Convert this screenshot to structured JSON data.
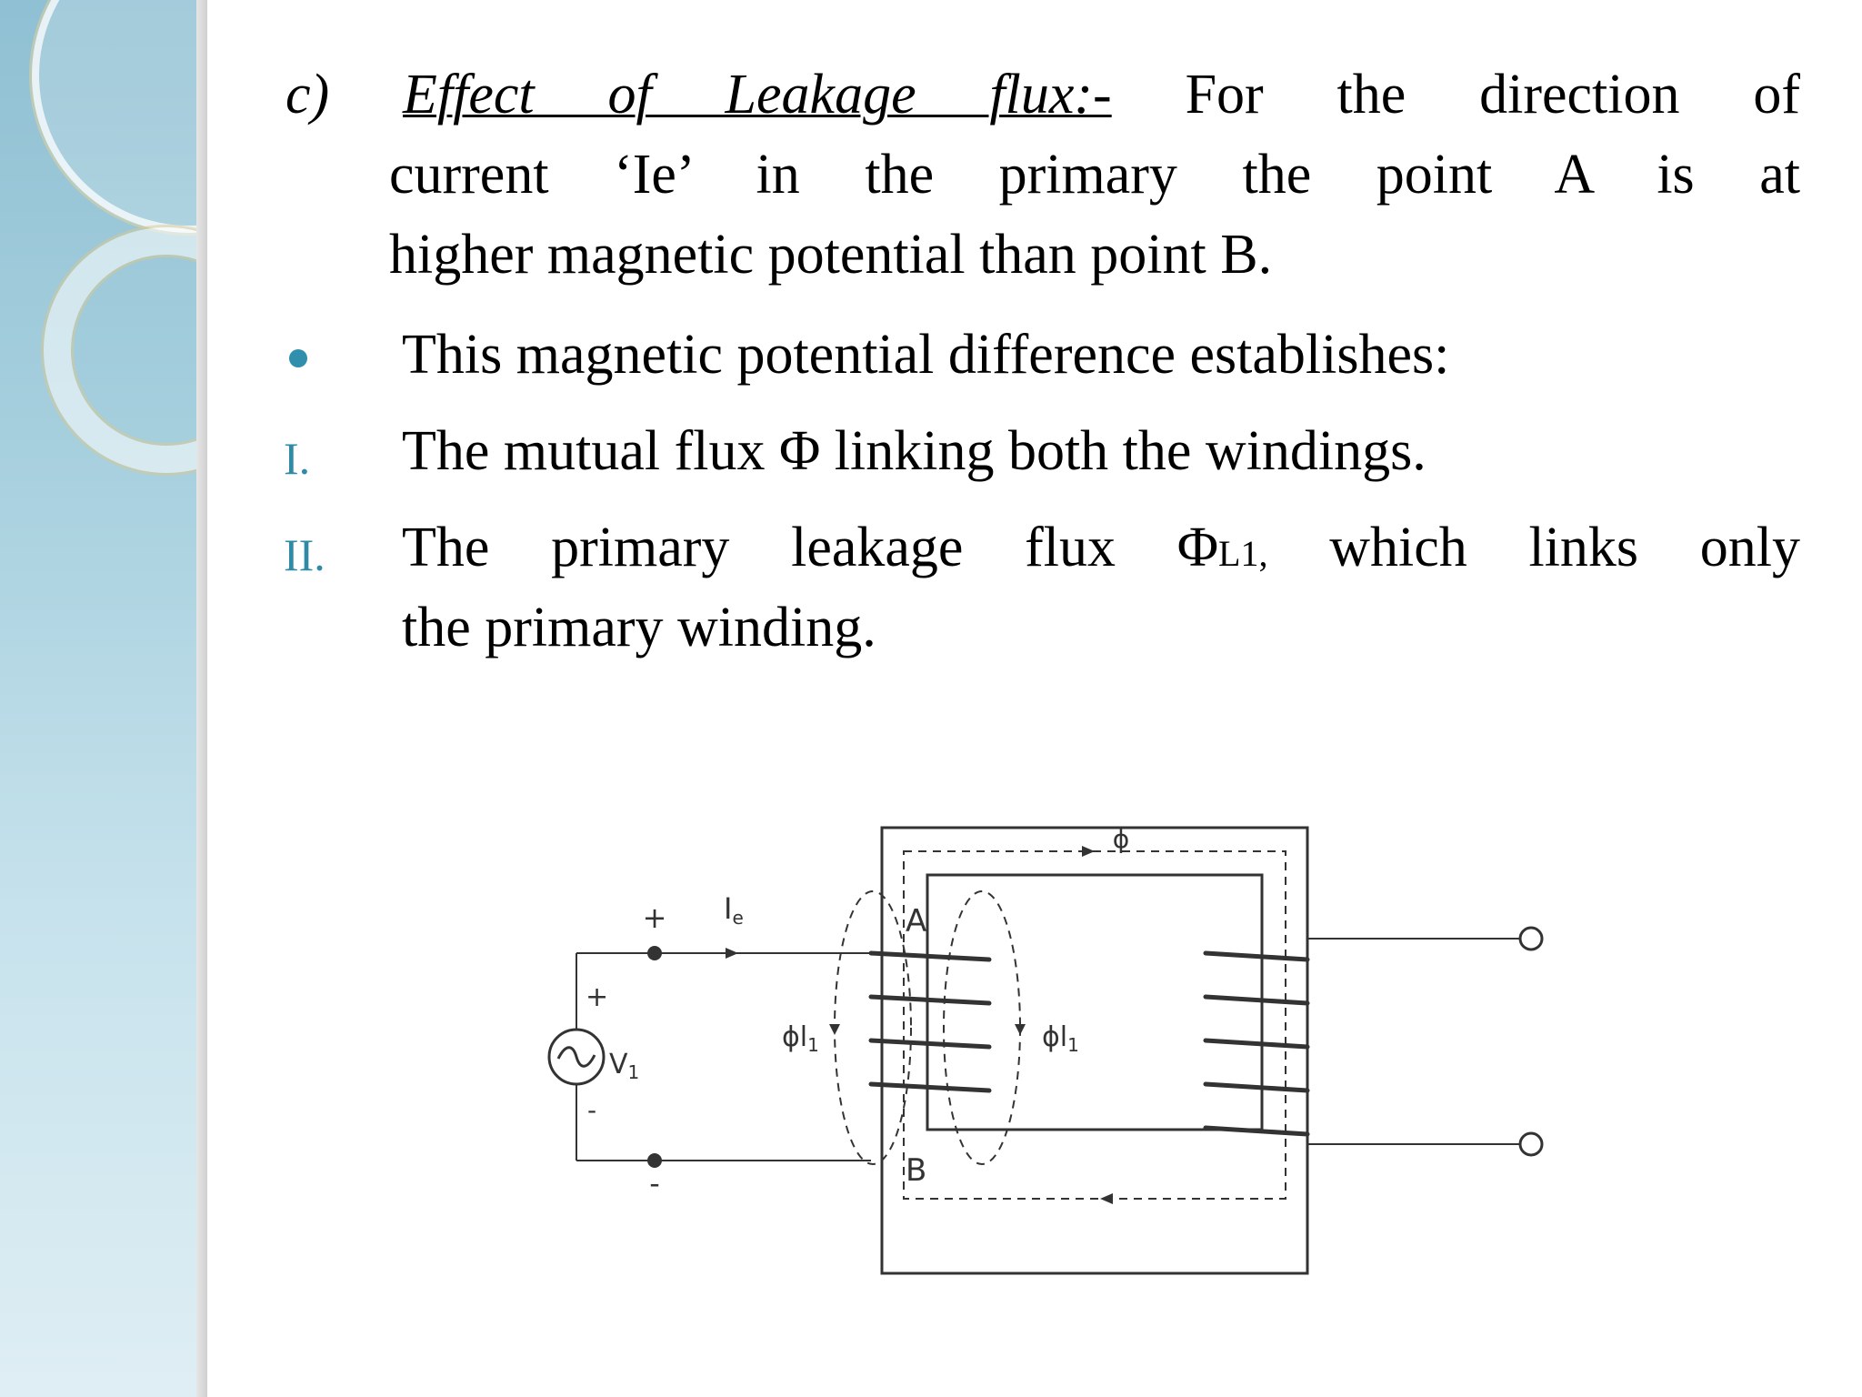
{
  "heading": {
    "marker": "c)",
    "title": "Effect of Leakage flux:-",
    "lead": "For the direction of"
  },
  "paragraph": {
    "line2": "current ‘Ie’ in the primary the point A is at",
    "line3": "higher magnetic potential than point B."
  },
  "bullet": {
    "text": "This magnetic potential difference establishes:"
  },
  "list": [
    {
      "marker": "I.",
      "text": "The mutual flux Φ linking both the windings."
    },
    {
      "marker": "II.",
      "text_before_sub": "The primary leakage flux Φ",
      "subscript": "L1,",
      "text_after_sub": "which links only",
      "line2": "the primary winding."
    }
  ],
  "diagram": {
    "labels": {
      "phi": "ϕ",
      "current": "I",
      "current_sub": "e",
      "point_a": "A",
      "point_b": "B",
      "voltage": "V",
      "voltage_sub": "1",
      "leak_left": "ϕl",
      "leak_left_sub": "1",
      "leak_right": "ϕl",
      "leak_right_sub": "1",
      "plus_top": "+",
      "minus_bottom": "-",
      "plus_source": "+",
      "minus_source": "-"
    },
    "colors": {
      "line": "#333333",
      "background": "#ffffff"
    },
    "icons": {
      "source": "ac-source-icon",
      "terminal": "terminal-circle-icon"
    }
  },
  "theme": {
    "accent": "#2f8fac",
    "sidebar_top": "#8fc0d3",
    "sidebar_bottom": "#dfeef4"
  }
}
